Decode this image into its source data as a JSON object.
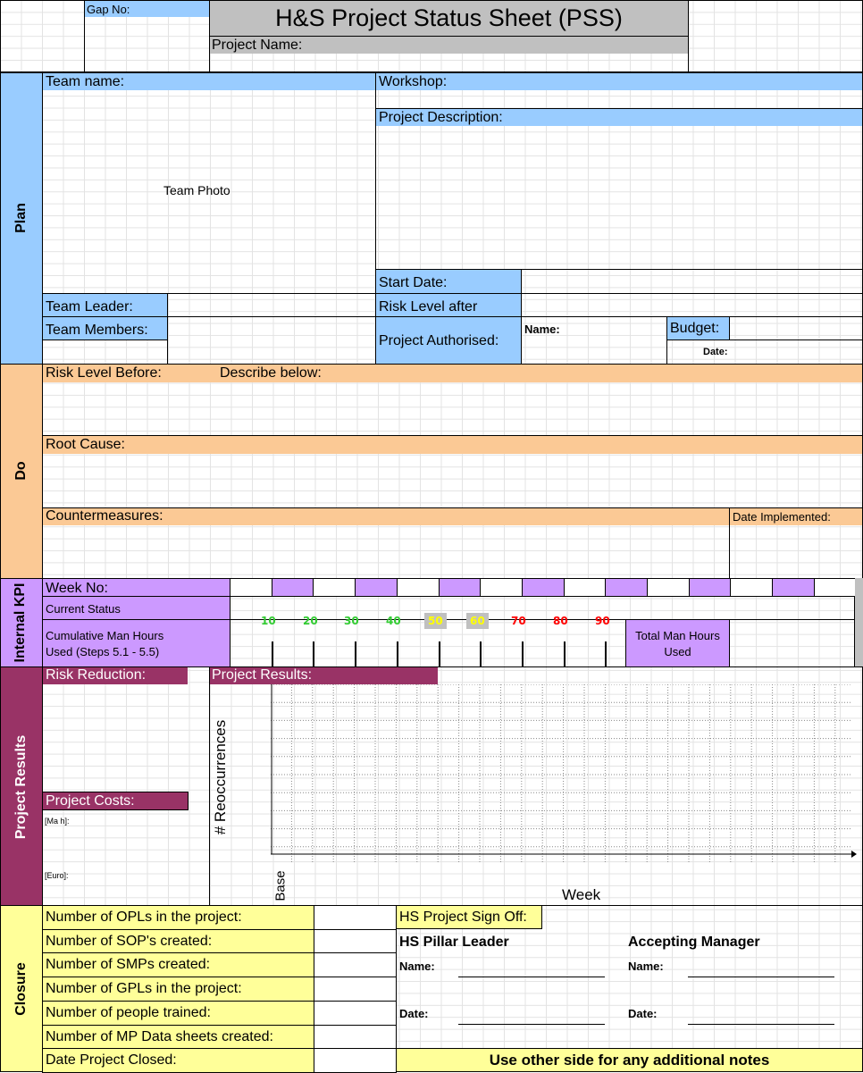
{
  "header": {
    "gap_no_label": "Gap No:",
    "title": "H&S Project Status Sheet (PSS)",
    "project_name_label": "Project Name:"
  },
  "plan": {
    "section_label": "Plan",
    "team_name_label": "Team name:",
    "team_photo_label": "Team Photo",
    "workshop_label": "Workshop:",
    "project_description_label": "Project Description:",
    "start_date_label": "Start Date:",
    "team_leader_label": "Team Leader:",
    "risk_level_after_label": "Risk Level after",
    "team_members_label": "Team Members:",
    "project_authorised_label": "Project Authorised:",
    "name_label": "Name:",
    "budget_label": "Budget:",
    "date_label": "Date:"
  },
  "do": {
    "section_label": "Do",
    "risk_level_before_label": "Risk Level Before:",
    "describe_below_label": "Describe below:",
    "root_cause_label": "Root Cause:",
    "countermeasures_label": "Countermeasures:",
    "date_implemented_label": "Date Implemented:"
  },
  "kpi": {
    "section_label": "Internal KPI",
    "week_no_label": "Week No:",
    "current_status_label": "Current Status",
    "cumulative_label_line1": "Cumulative Man Hours",
    "cumulative_label_line2": "Used (Steps 5.1 - 5.5)",
    "total_man_hours_line1": "Total Man Hours",
    "total_man_hours_line2": "Used",
    "progress_markers": [
      {
        "value": "10",
        "color": "#33cc33",
        "bg": ""
      },
      {
        "value": "20",
        "color": "#33cc33",
        "bg": ""
      },
      {
        "value": "30",
        "color": "#33cc33",
        "bg": ""
      },
      {
        "value": "40",
        "color": "#33cc33",
        "bg": ""
      },
      {
        "value": "50",
        "color": "#ffff00",
        "bg": "#c0c0c0"
      },
      {
        "value": "60",
        "color": "#ffff00",
        "bg": "#c0c0c0"
      },
      {
        "value": "70",
        "color": "#ff0000",
        "bg": ""
      },
      {
        "value": "80",
        "color": "#ff0000",
        "bg": ""
      },
      {
        "value": "90",
        "color": "#ff0000",
        "bg": ""
      }
    ]
  },
  "results": {
    "section_label": "Project Results",
    "risk_reduction_label": "Risk Reduction:",
    "project_results_label": "Project Results:",
    "y_axis_label": "# Reoccurrences",
    "x_axis_label": "Week",
    "base_label": "Base",
    "project_costs_label": "Project Costs:",
    "man_hours_label": "[Ma h]:",
    "euro_label": "[Euro]:"
  },
  "closure": {
    "section_label": "Closure",
    "rows": [
      "Number of OPLs in the project:",
      "Number of SOP's created:",
      "Number of SMPs created:",
      "Number of GPLs in the project:",
      "Number of people trained:",
      "Number of MP Data sheets created:",
      "Date Project Closed:"
    ],
    "sign_off_label": "HS Project Sign Off:",
    "pillar_leader_label": "HS Pillar Leader",
    "accepting_manager_label": "Accepting Manager",
    "name_label": "Name:",
    "date_label": "Date:",
    "notes_text": "Use other side for any additional notes"
  },
  "colors": {
    "plan": "#99ccff",
    "do": "#fbc995",
    "kpi": "#cc99ff",
    "results": "#993366",
    "closure": "#ffff99",
    "header_grey": "#c0c0c0"
  }
}
